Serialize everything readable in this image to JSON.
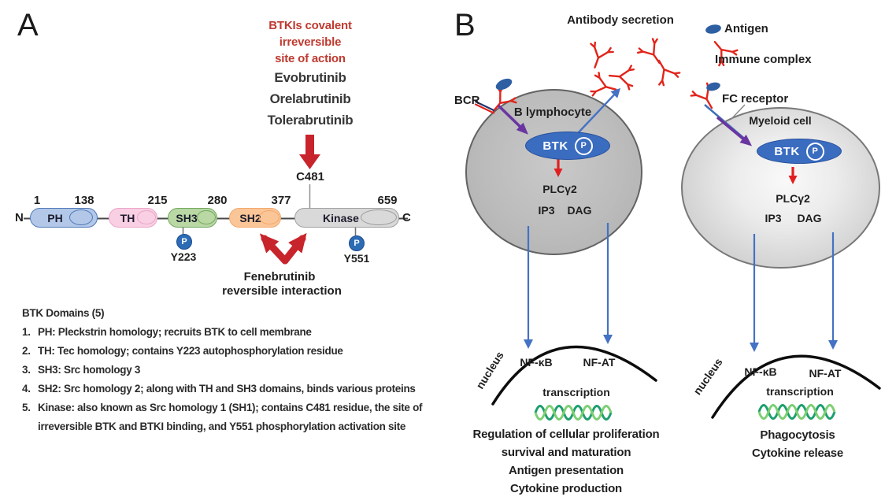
{
  "panel_a": {
    "label": "A",
    "covalent_annotation": {
      "heading": [
        "BTKIs covalent",
        "irreversible",
        "site of action"
      ],
      "drugs": [
        "Evobrutinib",
        "Orelabrutinib",
        "Tolerabrutinib"
      ],
      "target_residue": "C481"
    },
    "reversible_annotation": {
      "drug": "Fenebrutinib",
      "label": "reversible interaction"
    },
    "protein": {
      "n_terminus": "N",
      "c_terminus": "C",
      "boundaries": [
        "1",
        "138",
        "215",
        "280",
        "377",
        "659"
      ],
      "domains": [
        {
          "label": "PH"
        },
        {
          "label": "TH"
        },
        {
          "label": "SH3"
        },
        {
          "label": "SH2"
        },
        {
          "label": "Kinase"
        }
      ],
      "phosphosites": [
        {
          "symbol": "P",
          "residue": "Y223"
        },
        {
          "symbol": "P",
          "residue": "Y551"
        }
      ]
    },
    "domain_list": {
      "title": "BTK Domains (5)",
      "items": [
        {
          "num": "1.",
          "text": "PH: Pleckstrin homology; recruits BTK to cell membrane"
        },
        {
          "num": "2.",
          "text": "TH: Tec homology; contains Y223 autophosphorylation residue"
        },
        {
          "num": "3.",
          "text": "SH3: Src homology 3"
        },
        {
          "num": "4.",
          "text": "SH2: Src homology 2; along with TH and SH3 domains, binds various proteins"
        },
        {
          "num": "5.",
          "text": "Kinase: also known as Src homology 1 (SH1); contains C481 residue, the site of irreversible BTK and BTKI binding, and Y551 phosphorylation activation site"
        }
      ]
    }
  },
  "panel_b": {
    "label": "B",
    "antibody_secretion_label": "Antibody secretion",
    "legend": {
      "antigen": "Antigen",
      "immune_complex": "Immune complex",
      "fc_receptor": "FC receptor"
    },
    "bcr_label": "BCR",
    "b_cell": {
      "name": "B lymphocyte",
      "kinase": "BTK",
      "phospho": "P",
      "plc": "PLCγ2",
      "ip3": "IP3",
      "dag": "DAG",
      "nucleus": "nucleus",
      "tf1": "NF-κB",
      "tf2": "NF-AT",
      "transcription": "transcription",
      "outcomes": [
        "Regulation of cellular proliferation",
        "survival and maturation",
        "Antigen presentation",
        "Cytokine production"
      ]
    },
    "myeloid_cell": {
      "name": "Myeloid cell",
      "kinase": "BTK",
      "phospho": "P",
      "plc": "PLCγ2",
      "ip3": "IP3",
      "dag": "DAG",
      "nucleus": "nucleus",
      "tf1": "NF-κB",
      "tf2": "NF-AT",
      "transcription": "transcription",
      "outcomes": [
        "Phagocytosis",
        "Cytokine release"
      ]
    }
  },
  "colors": {
    "annotation_red": "#bf3a30",
    "arrow_red": "#cf2127",
    "phospho_blue": "#2c6cb5",
    "btk_blue": "#3a6cc0",
    "signal_blue": "#4472c4",
    "receptor_purple": "#6a35a0",
    "antigen_blue": "#2e5fa3",
    "dna_green": "#1d9e6e",
    "ph_fill": "#b3c8e8",
    "th_fill": "#f9cfe3",
    "sh3_fill": "#b9d8a4",
    "sh2_fill": "#fbc697",
    "kinase_fill": "#d9d9d9"
  }
}
